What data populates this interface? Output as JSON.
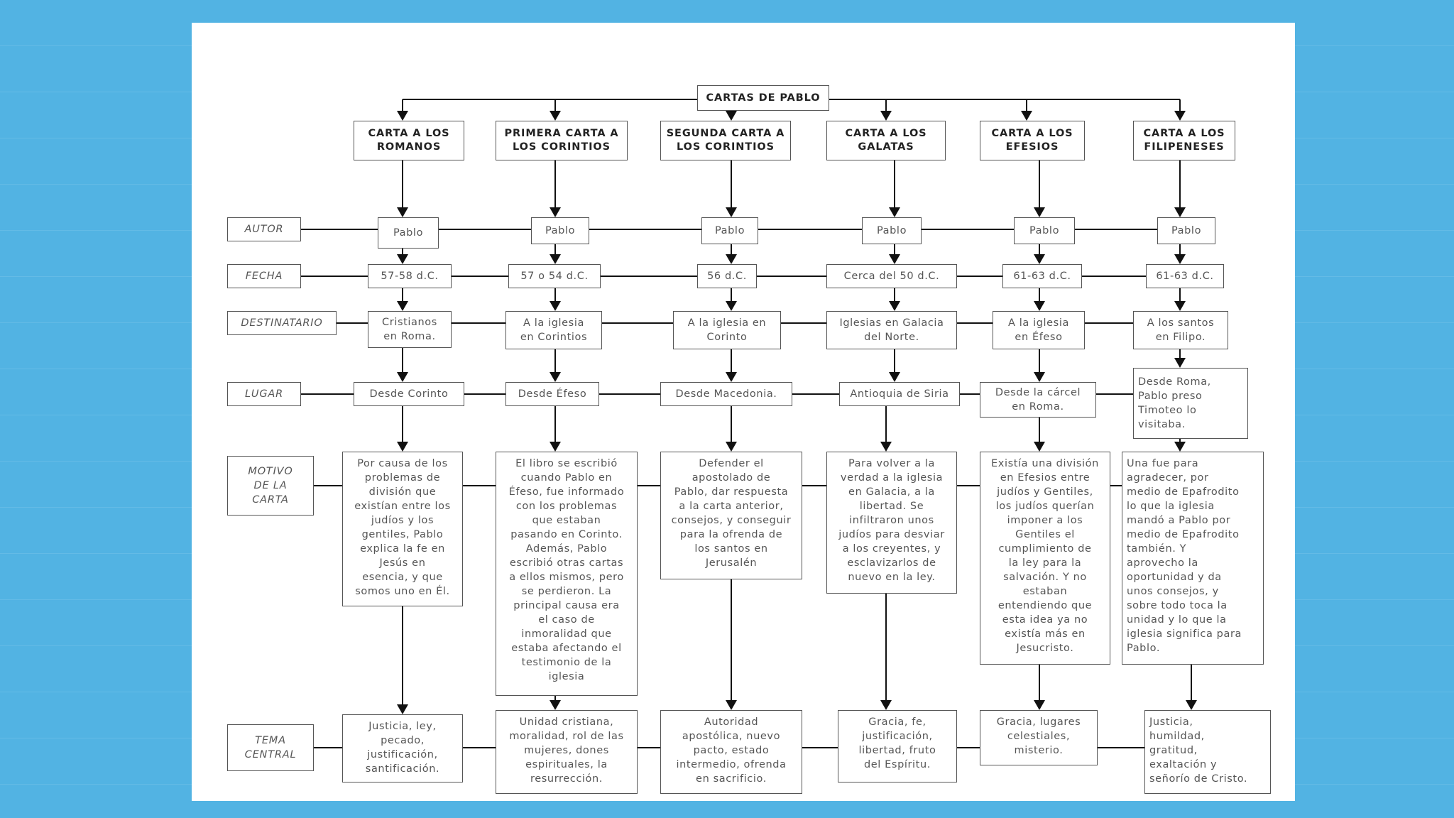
{
  "title": "CARTAS DE PABLO",
  "row_labels": {
    "autor": "AUTOR",
    "fecha": "FECHA",
    "destinatario": "DESTINATARIO",
    "lugar": "LUGAR",
    "motivo": "MOTIVO\nDE LA\nCARTA",
    "tema": "TEMA\nCENTRAL"
  },
  "letters": [
    {
      "name": "CARTA A LOS\nROMANOS",
      "autor": "Pablo",
      "fecha": "57-58 d.C.",
      "destinatario": "Cristianos\nen Roma.",
      "lugar": "Desde Corinto",
      "motivo": "Por causa de los\nproblemas de\ndivisión que\nexistían entre los\njudíos y los\ngentiles, Pablo\nexplica la fe en\nJesús en\nesencia, y que\nsomos uno en Él.",
      "tema": "Justicia, ley,\npecado,\njustificación,\nsantificación."
    },
    {
      "name": "PRIMERA CARTA A\nLOS CORINTIOS",
      "autor": "Pablo",
      "fecha": "57 o 54 d.C.",
      "destinatario": "A la iglesia\nen Corintios",
      "lugar": "Desde Éfeso",
      "motivo": "El libro se escribió\ncuando Pablo en\nÉfeso, fue informado\ncon los problemas\nque estaban\npasando en Corinto.\nAdemás, Pablo\nescribió otras cartas\na ellos mismos, pero\nse perdieron. La\nprincipal causa era\nel caso de\ninmoralidad que\nestaba afectando el\ntestimonio de la\niglesia",
      "tema": "Unidad cristiana,\nmoralidad, rol de las\nmujeres, dones\nespirituales, la\nresurrección."
    },
    {
      "name": "SEGUNDA CARTA A\nLOS CORINTIOS",
      "autor": "Pablo",
      "fecha": "56 d.C.",
      "destinatario": "A la iglesia en\nCorinto",
      "lugar": "Desde Macedonia.",
      "motivo": "Defender el\napostolado de\nPablo, dar respuesta\na la carta anterior,\nconsejos, y conseguir\npara la ofrenda de\nlos santos en\nJerusalén",
      "tema": "Autoridad\napostólica, nuevo\npacto, estado\nintermedio, ofrenda\nen sacrificio."
    },
    {
      "name": "CARTA A LOS\nGALATAS",
      "autor": "Pablo",
      "fecha": "Cerca del 50 d.C.",
      "destinatario": "Iglesias en Galacia\ndel Norte.",
      "lugar": "Antioquia de Siria",
      "motivo": "Para volver a la\nverdad a la iglesia\nen Galacia, a la\nlibertad. Se\ninfiltraron unos\njudíos para desviar\na los creyentes, y\nesclavizarlos de\nnuevo en la ley.",
      "tema": "Gracia, fe,\njustificación,\nlibertad, fruto\ndel Espíritu."
    },
    {
      "name": "CARTA A LOS\nEFESIOS",
      "autor": "Pablo",
      "fecha": "61-63 d.C.",
      "destinatario": "A la iglesia\nen Éfeso",
      "lugar": "Desde la cárcel\nen Roma.",
      "motivo": "Existía una división\nen Efesios entre\njudíos y Gentiles,\nlos judíos querían\nimponer a los\nGentiles el\ncumplimiento de\nla ley para la\nsalvación. Y no\nestaban\nentendiendo que\nesta idea ya no\nexistía más en\nJesucristo.",
      "tema": "Gracia, lugares\ncelestiales,\nmisterio."
    },
    {
      "name": "CARTA A LOS\nFILIPENESES",
      "autor": "Pablo",
      "fecha": "61-63 d.C.",
      "destinatario": "A los santos\nen Filipo.",
      "lugar": "Desde Roma,\nPablo preso\nTimoteo lo\nvisitaba.",
      "motivo": "Una fue para\nagradecer, por\nmedio de Epafrodito\nlo que la iglesia\nmandó a Pablo por\nmedio de Epafrodito\ntambién. Y\naprovecho la\noportunidad y da\nunos consejos, y\nsobre todo toca la\nunidad y lo que la\niglesia significa para\nPablo.",
      "tema": "Justicia,\nhumildad,\ngratitud,\nexaltación y\nseñorío de Cristo."
    }
  ]
}
